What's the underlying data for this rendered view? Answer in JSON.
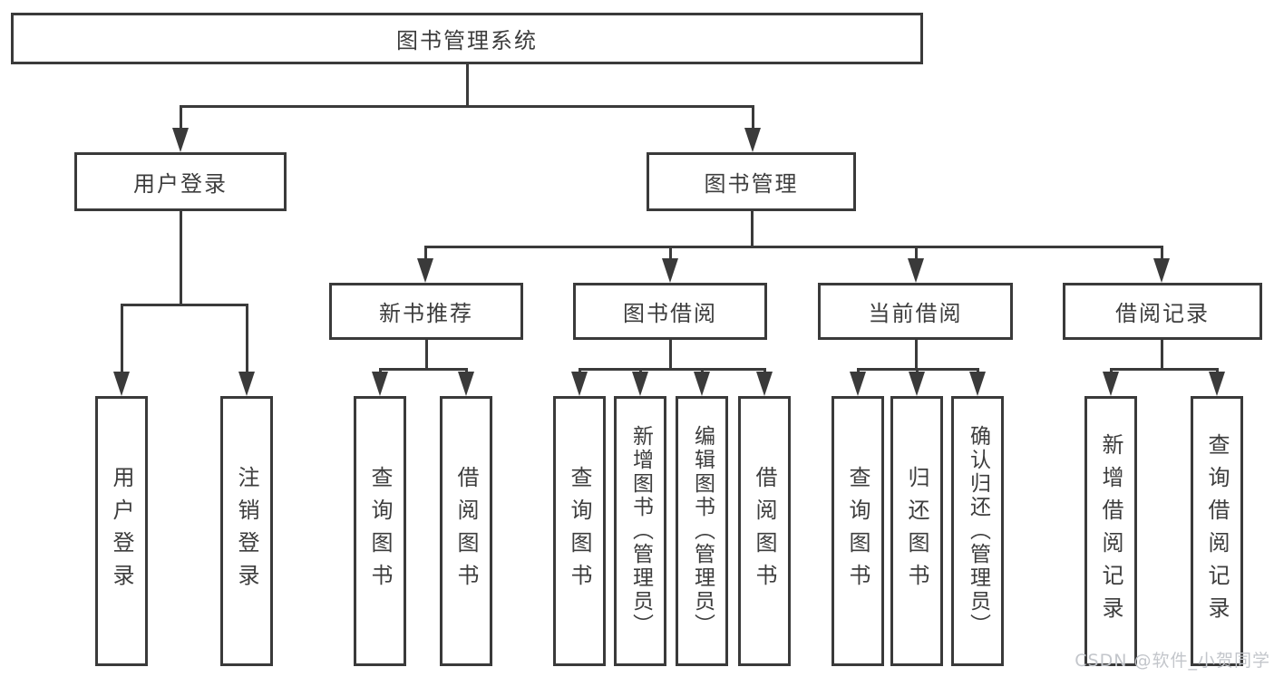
{
  "diagram": {
    "root": {
      "label": "图书管理系统"
    },
    "level2": [
      {
        "label": "用户登录"
      },
      {
        "label": "图书管理"
      }
    ],
    "level3": [
      {
        "label": "新书推荐"
      },
      {
        "label": "图书借阅"
      },
      {
        "label": "当前借阅"
      },
      {
        "label": "借阅记录"
      }
    ],
    "leaves": {
      "user_login": [
        {
          "label": "用户登录"
        },
        {
          "label": "注销登录"
        }
      ],
      "new_book": [
        {
          "label": "查询图书"
        },
        {
          "label": "借阅图书"
        }
      ],
      "book_borrow": [
        {
          "label": "查询图书"
        },
        {
          "label": "新增图书（管理员）"
        },
        {
          "label": "编辑图书（管理员）"
        },
        {
          "label": "借阅图书"
        }
      ],
      "current_borrow": [
        {
          "label": "查询图书"
        },
        {
          "label": "归还图书"
        },
        {
          "label": "确认归还（管理员）"
        }
      ],
      "borrow_records": [
        {
          "label": "新增借阅记录"
        },
        {
          "label": "查询借阅记录"
        }
      ]
    }
  },
  "watermark": {
    "text": "CSDN @软件_小贺同学"
  },
  "colors": {
    "line": "#3a3a3a",
    "text": "#3d3d3d",
    "background": "#ffffff",
    "watermark": "#c3c6cb"
  }
}
